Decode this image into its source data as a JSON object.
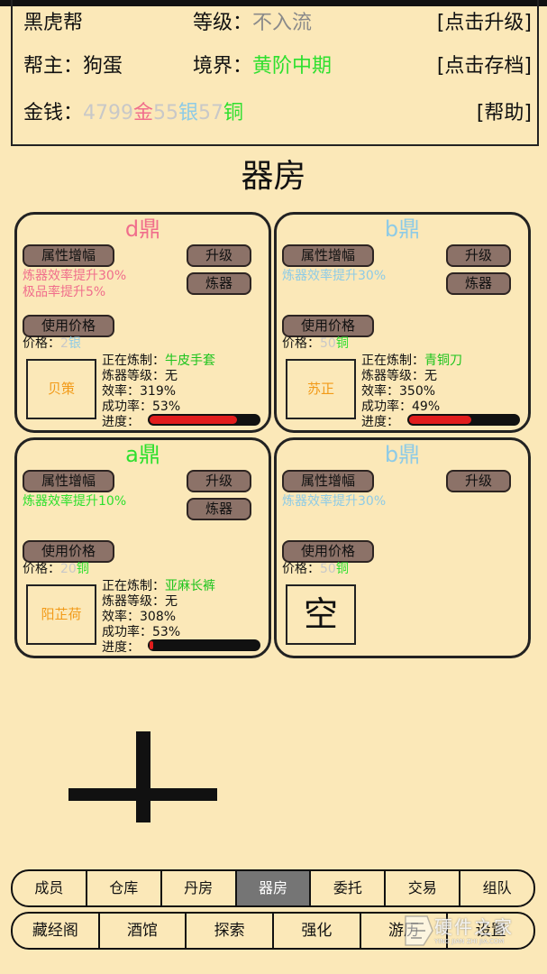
{
  "header": {
    "gang_name": "黑虎帮",
    "level_label": "等级：",
    "level_value": "不入流",
    "upgrade_link": "[点击升级]",
    "leader_label": "帮主：",
    "leader_value": "狗蛋",
    "realm_label": "境界：",
    "realm_value": "黄阶中期",
    "save_link": "[点击存档]",
    "money_label": "金钱：",
    "gold_amount": "4799",
    "gold_unit": "金",
    "silver_amount": "55",
    "silver_unit": "银",
    "copper_amount": "57",
    "copper_unit": "铜",
    "help_link": "[帮助]"
  },
  "page_title": "器房",
  "cauldrons": [
    {
      "title": "d鼎",
      "title_color": "#f06e8c",
      "attr_button": "属性增幅",
      "upgrade_button": "升级",
      "refine_button": "炼器",
      "effects": [
        "炼器效率提升30%",
        "极品率提升5%"
      ],
      "effect_color": "#f06e8c",
      "price_button": "使用价格",
      "price_label": "价格：",
      "price_amount": "2",
      "price_unit": "银",
      "worker": "贝策",
      "refining_label": "正在炼制：",
      "refining_item": "牛皮手套",
      "level_label": "炼器等级：",
      "level_value": "无",
      "efficiency_label": "效率：",
      "efficiency_value": "319%",
      "success_label": "成功率：",
      "success_value": "53%",
      "progress_label": "进度：",
      "progress": 0.8
    },
    {
      "title": "b鼎",
      "title_color": "#8ecbe6",
      "attr_button": "属性增幅",
      "upgrade_button": "升级",
      "refine_button": "炼器",
      "effects": [
        "炼器效率提升30%"
      ],
      "effect_color": "#8ecbe6",
      "price_button": "使用价格",
      "price_label": "价格：",
      "price_amount": "50",
      "price_unit": "铜",
      "worker": "苏正",
      "refining_label": "正在炼制：",
      "refining_item": "青铜刀",
      "level_label": "炼器等级：",
      "level_value": "无",
      "efficiency_label": "效率：",
      "efficiency_value": "350%",
      "success_label": "成功率：",
      "success_value": "49%",
      "progress_label": "进度：",
      "progress": 0.57
    },
    {
      "title": "a鼎",
      "title_color": "#2ee02e",
      "attr_button": "属性增幅",
      "upgrade_button": "升级",
      "refine_button": "炼器",
      "effects": [
        "炼器效率提升10%"
      ],
      "effect_color": "#2ee02e",
      "price_button": "使用价格",
      "price_label": "价格：",
      "price_amount": "20",
      "price_unit": "铜",
      "worker": "阳芷荷",
      "refining_label": "正在炼制：",
      "refining_item": "亚麻长裤",
      "level_label": "炼器等级：",
      "level_value": "无",
      "efficiency_label": "效率：",
      "efficiency_value": "308%",
      "success_label": "成功率：",
      "success_value": "53%",
      "progress_label": "进度：",
      "progress": 0.03
    },
    {
      "title": "b鼎",
      "title_color": "#8ecbe6",
      "attr_button": "属性增幅",
      "upgrade_button": "升级",
      "effects": [
        "炼器效率提升30%"
      ],
      "effect_color": "#8ecbe6",
      "price_button": "使用价格",
      "price_label": "价格：",
      "price_amount": "50",
      "price_unit": "铜",
      "worker": "空"
    }
  ],
  "nav_primary": [
    "成员",
    "仓库",
    "丹房",
    "器房",
    "委托",
    "交易",
    "组队"
  ],
  "nav_primary_active": "器房",
  "nav_secondary": [
    "藏经阁",
    "酒馆",
    "探索",
    "强化",
    "游历",
    "设置"
  ],
  "watermark": {
    "main": "硬件之家",
    "sub": "YING JIAN ZHI JIA.COM"
  },
  "colors": {
    "background": "#fbe8b8",
    "gold": "#f06e8c",
    "silver": "#8ecbe6",
    "copper": "#2ee02e",
    "money_amount": "#c8c8c8",
    "realm": "#2ee02e",
    "worker": "#f29a18",
    "button": "#8c7268",
    "progress": "#e11c1c",
    "nav_active": "#757575"
  }
}
